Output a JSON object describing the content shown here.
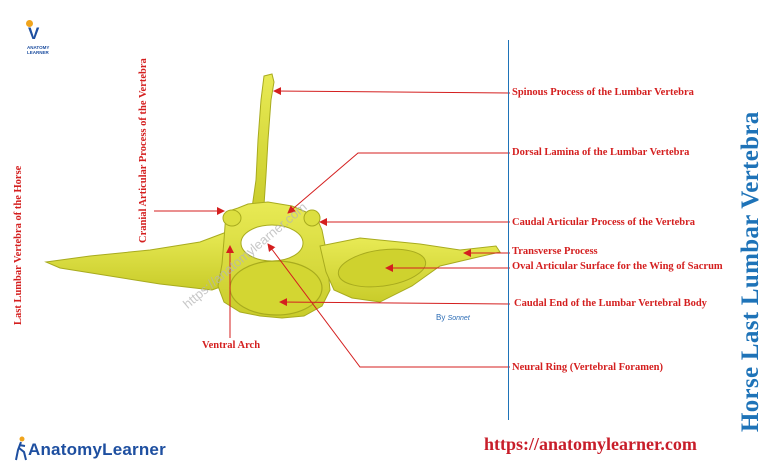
{
  "title": "Horse Last Lumbar Vertebra",
  "side_label": "Last Lumbar Vertebra of the Horse",
  "cranial_label": "Cranial Articular Process of the Vertebra",
  "labels": {
    "spinous": "Spinous Process of the Lumbar  Vertebra",
    "dorsal_lamina": "Dorsal Lamina of the Lumbar  Vertebra",
    "caudal_articular": "Caudal Articular Process of the Vertebra",
    "transverse": "Transverse Process",
    "oval_surface": "Oval Articular Surface for the Wing of Sacrum",
    "caudal_end": "Caudal End  of the Lumbar Vertebral Body",
    "ventral_arch": "Ventral Arch",
    "neural_ring": "Neural Ring (Vertebral Foramen)"
  },
  "url": "https://anatomylearner.com",
  "logo_small": {
    "mark": "V",
    "line1": "ANATOMY",
    "line2": "LEARNER"
  },
  "logo_big": "AnatomyLearner",
  "watermark": "https://anatomylearner.com",
  "credit": {
    "by": "By",
    "name": "Sonnet"
  },
  "colors": {
    "label": "#d41f1f",
    "title": "#1e73b8",
    "bone": "#d9dc3a",
    "url": "#c81e2a"
  }
}
